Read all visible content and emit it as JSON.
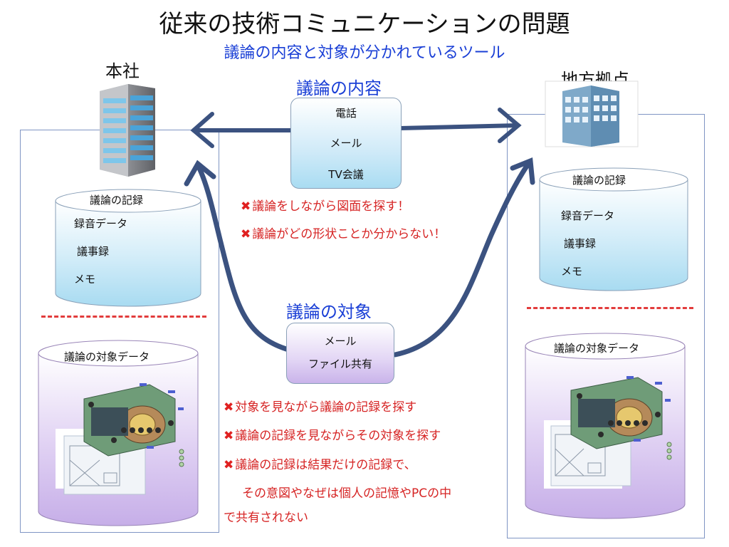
{
  "title": "従来の技術コミュニケーションの問題",
  "subtitle": "議論の内容と対象が分かれているツール",
  "sites": {
    "hq": "本社",
    "branch": "地方拠点"
  },
  "content_box": {
    "heading": "議論の内容",
    "items": [
      "電話",
      "メール",
      "TV会議"
    ]
  },
  "target_box": {
    "heading": "議論の対象",
    "items": [
      "メール",
      "ファイル共有"
    ]
  },
  "records_cylinder": {
    "title": "議論の記録",
    "items": [
      "録音データ",
      "議事録",
      "メモ"
    ]
  },
  "target_cylinder": {
    "title": "議論の対象データ"
  },
  "problems_content": [
    "議論をしながら図面を探す！",
    "議論がどの形状ことか分からない！"
  ],
  "problems_target": [
    "対象を見ながら議論の記録を探す",
    "議論の記録を見ながらその対象を探す",
    "議論の記録は結果だけの記録で、"
  ],
  "problems_target_cont": [
    "その意図やなぜは個人の記憶やPCの中",
    "で共有されない"
  ],
  "x_mark": "✖",
  "colors": {
    "accent_blue": "#1a3fd6",
    "problem_red": "#d62424",
    "arrow": "#3b5280"
  }
}
